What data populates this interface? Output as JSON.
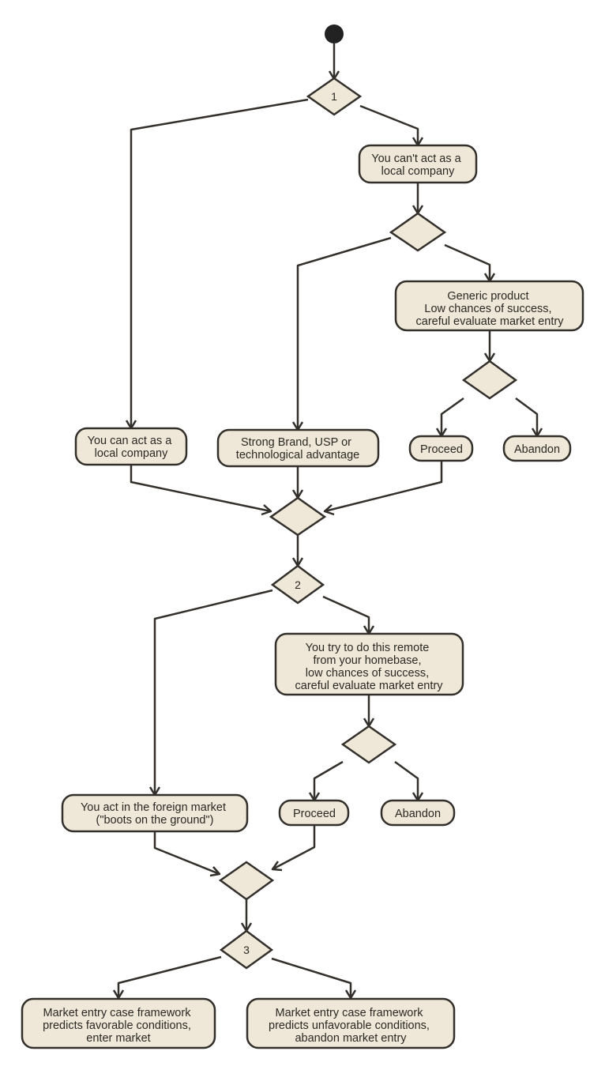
{
  "diagram": {
    "colors": {
      "node_fill": "#efe8d8",
      "stroke": "#33302c",
      "text": "#2b2824",
      "start": "#222222"
    },
    "decisions": {
      "d1": "1",
      "d2": "2",
      "d3": "3"
    },
    "nodes": {
      "cant_act_local": [
        "You can't act as a",
        "local company"
      ],
      "generic_product": [
        "Generic product",
        "Low chances of success,",
        "careful evaluate market entry"
      ],
      "proceed_1": [
        "Proceed"
      ],
      "abandon_1": [
        "Abandon"
      ],
      "can_act_local": [
        "You can act as a",
        "local company"
      ],
      "strong_brand": [
        "Strong Brand, USP or",
        "technological advantage"
      ],
      "remote": [
        "You try to do this remote",
        "from your homebase,",
        "low chances of success,",
        "careful evaluate market entry"
      ],
      "proceed_2": [
        "Proceed"
      ],
      "abandon_2": [
        "Abandon"
      ],
      "boots": [
        "You act in the foreign market",
        "(\"boots on the ground\")"
      ],
      "favorable": [
        "Market entry case framework",
        "predicts favorable conditions,",
        "enter market"
      ],
      "unfavorable": [
        "Market entry case framework",
        "predicts unfavorable conditions,",
        "abandon market entry"
      ]
    }
  }
}
